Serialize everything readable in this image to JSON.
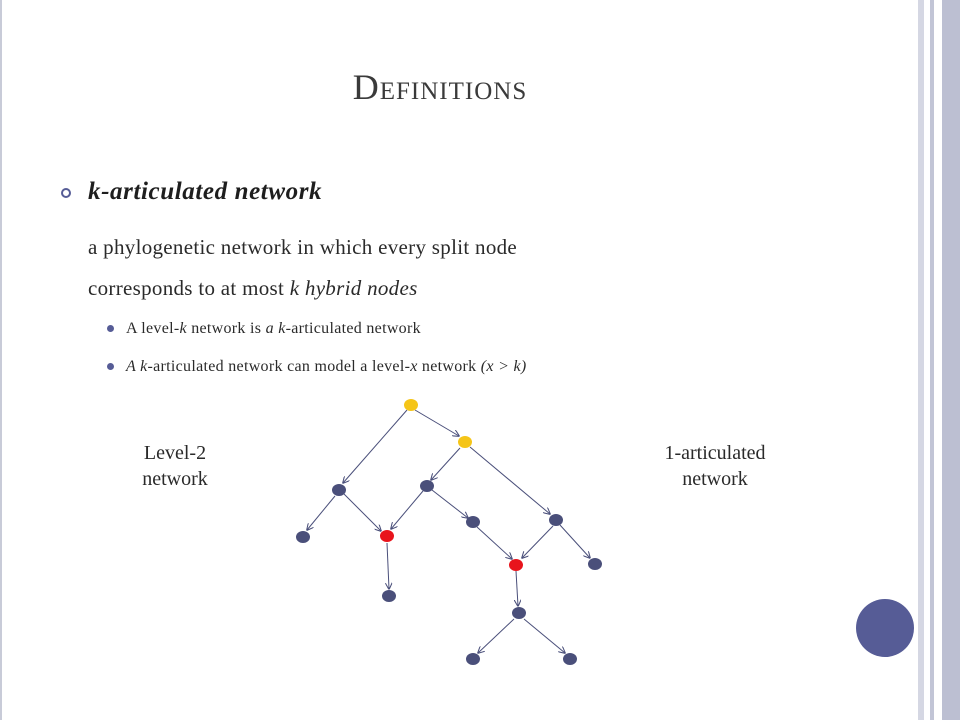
{
  "slide": {
    "title": "Definitions",
    "heading": "k-articulated network",
    "definition": {
      "line1": "a phylogenetic network in which every split node",
      "line2_prefix": "corresponds to at most ",
      "line2_italic": "k hybrid nodes"
    },
    "bullets": [
      {
        "p1": "A level-",
        "p2": "k",
        "p3": " network is ",
        "p4": "a k",
        "p5": "-articulated network"
      },
      {
        "p1": "A k",
        "p2": "-articulated network can model a level-",
        "p3": "x",
        "p4": " network ",
        "p5": "(x > k)"
      }
    ],
    "label_left": {
      "line1": "Level-2",
      "line2": "network"
    },
    "label_right": {
      "line1": "1-articulated",
      "line2": "network"
    }
  },
  "colors": {
    "accent": "#565c96",
    "root_node": "#f5c518",
    "hybrid_node": "#e8141c",
    "tree_node": "#4a4f7a"
  }
}
